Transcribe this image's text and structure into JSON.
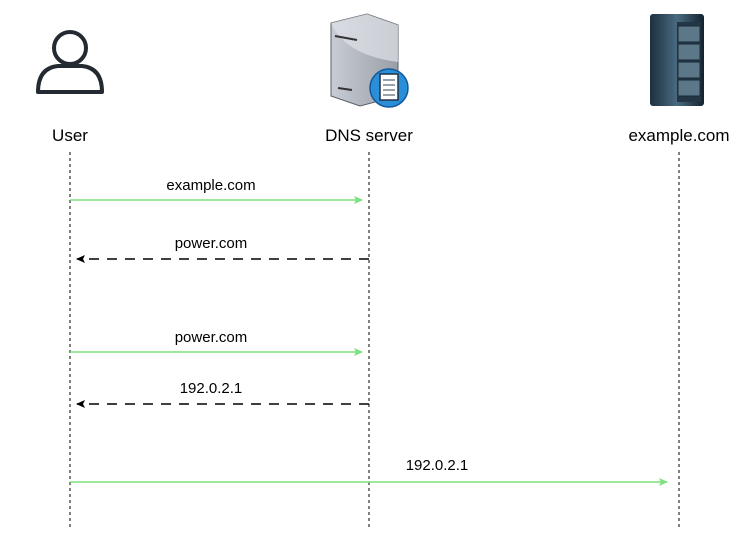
{
  "participants": [
    {
      "label": "User",
      "icon": "user-icon"
    },
    {
      "label": "DNS server",
      "icon": "dns-server-icon"
    },
    {
      "label": "example.com",
      "icon": "server-rack-icon"
    }
  ],
  "messages": [
    {
      "label": "example.com",
      "from": "User",
      "to": "DNS server",
      "style": "solid",
      "color": "#7ee07e"
    },
    {
      "label": "power.com",
      "from": "DNS server",
      "to": "User",
      "style": "dashed",
      "color": "#000000"
    },
    {
      "label": "power.com",
      "from": "User",
      "to": "DNS server",
      "style": "solid",
      "color": "#7ee07e"
    },
    {
      "label": "192.0.2.1",
      "from": "DNS server",
      "to": "User",
      "style": "dashed",
      "color": "#000000"
    },
    {
      "label": "192.0.2.1",
      "from": "User",
      "to": "example.com",
      "style": "solid",
      "color": "#7ee07e"
    }
  ]
}
